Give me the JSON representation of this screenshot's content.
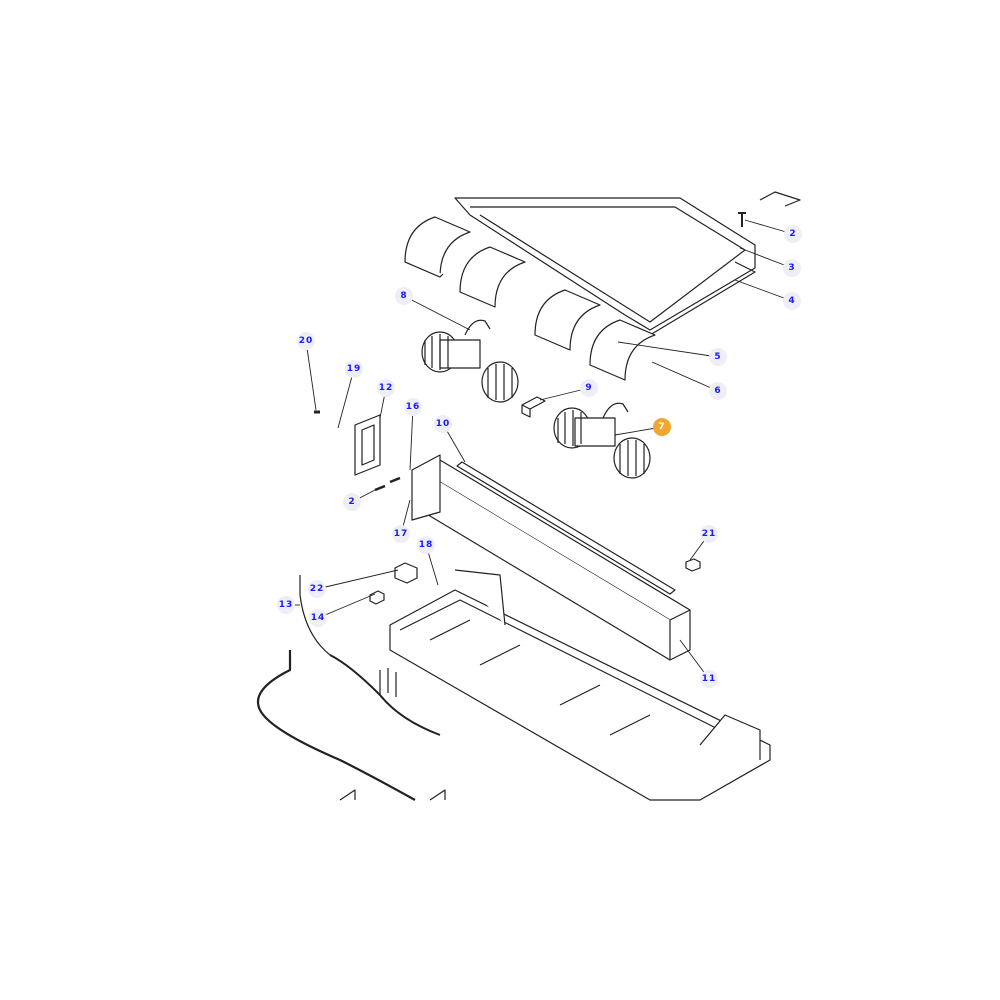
{
  "diagram": {
    "title": "Blower / heater unit exploded parts view",
    "selected_part": "7",
    "colors": {
      "callout_text": "#1a1aff",
      "callout_bg": "#eeeef6",
      "selected_bg": "#f0a830",
      "line": "#222222"
    },
    "callouts": [
      "2",
      "3",
      "4",
      "5",
      "6",
      "7",
      "8",
      "9",
      "10",
      "11",
      "12",
      "13",
      "14",
      "16",
      "17",
      "18",
      "19",
      "20",
      "21",
      "22",
      "2"
    ]
  }
}
